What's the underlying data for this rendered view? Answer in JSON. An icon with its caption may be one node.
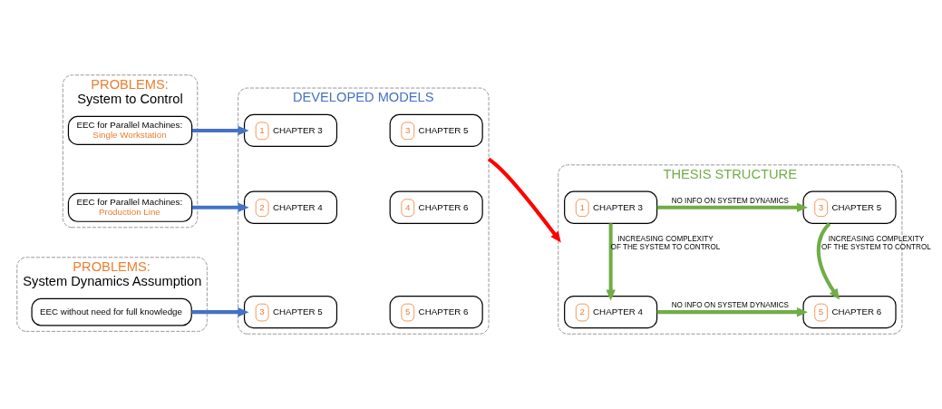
{
  "diagram": {
    "nodes": [
      {
        "text": [
          "PROBLEMS:",
          "System to Control"
        ]
      },
      {
        "text": [
          "EEC for Parallel Machines:",
          "Single Workstation"
        ],
        "in": 0
      },
      {
        "text": [
          "EEC for Parallel Machines:",
          "Production Line"
        ],
        "in": 0
      },
      {
        "text": [
          "PROBLEMS:",
          "System Dynamics Assumption"
        ]
      },
      {
        "text": [
          "EEC without need for full knowledge"
        ],
        "in": 3
      },
      {
        "text": [
          "DEVELOPED MODELS"
        ]
      },
      {
        "text": [
          "1",
          "CHAPTER 3"
        ],
        "in": 5
      },
      {
        "text": [
          "3",
          "CHAPTER 5"
        ],
        "in": 5
      },
      {
        "text": [
          "2",
          "CHAPTER 4"
        ],
        "in": 5
      },
      {
        "text": [
          "4",
          "CHAPTER 6"
        ],
        "in": 5
      },
      {
        "text": [
          "3",
          "CHAPTER 5"
        ],
        "in": 5
      },
      {
        "text": [
          "5",
          "CHAPTER 6"
        ],
        "in": 5
      },
      {
        "text": [
          "THESIS STRUCTURE"
        ]
      },
      {
        "text": [
          "1",
          "CHAPTER 3"
        ],
        "in": 12
      },
      {
        "text": [
          "3",
          "CHAPTER 5"
        ],
        "in": 12
      },
      {
        "text": [
          "2",
          "CHAPTER 4"
        ],
        "in": 12
      },
      {
        "text": [
          "5",
          "CHAPTER 6"
        ],
        "in": 12
      }
    ],
    "edges": [
      {
        "from": 1,
        "to": 6,
        "arrow": "to",
        "color": "#4472c4"
      },
      {
        "from": 2,
        "to": 8,
        "arrow": "to",
        "color": "#4472c4"
      },
      {
        "from": 4,
        "to": 10,
        "arrow": "to",
        "color": "#4472c4"
      },
      {
        "from": 5,
        "to": 12,
        "arrow": "to",
        "color": "#ff0000"
      },
      {
        "from": 13,
        "to": 14,
        "arrow": "to",
        "label": "NO INFO ON SYSTEM DYNAMICS"
      },
      {
        "from": 13,
        "to": 15,
        "arrow": "to",
        "label": "INCREASING COMPLEXITY OF THE SYSTEM TO CONTROL"
      },
      {
        "from": 14,
        "to": 16,
        "arrow": "to",
        "label": "INCREASING COMPLEXITY OF THE SYSTEM TO CONTROL"
      },
      {
        "from": 15,
        "to": 16,
        "arrow": "to",
        "label": "NO INFO ON SYSTEM DYNAMICS"
      }
    ]
  }
}
